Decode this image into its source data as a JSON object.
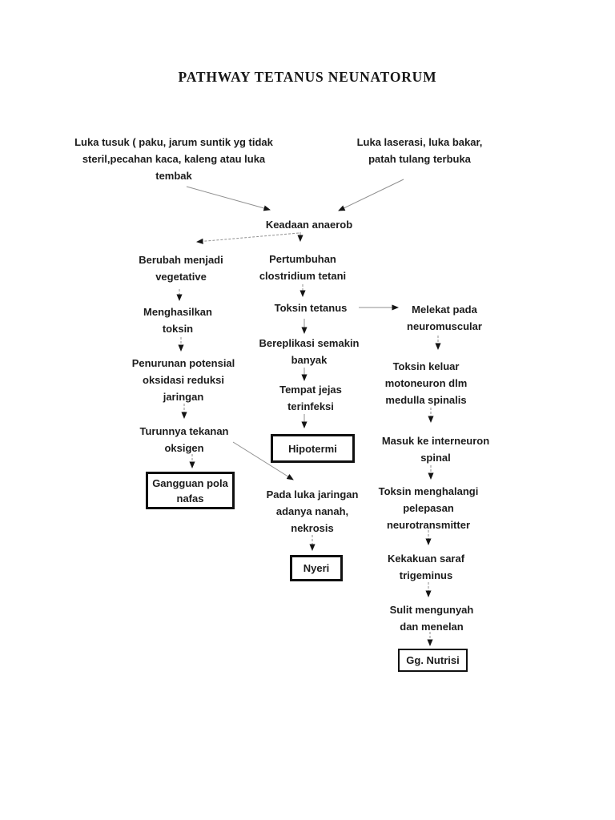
{
  "page": {
    "title": "PATHWAY TETANUS NEUNATORUM"
  },
  "colors": {
    "page_bg": "#ffffff",
    "text": "#1c1c1c",
    "arrow_line": "#8f8f8f",
    "arrow_head": "#141414",
    "box_border": "#101010"
  },
  "nodes": {
    "luka_tusuk": {
      "label": "Luka tusuk ( paku, jarum suntik yg tidak\nsteril,pecahan kaca, kaleng atau luka\ntembak"
    },
    "luka_laserasi": {
      "label": "Luka laserasi, luka bakar,\npatah tulang terbuka"
    },
    "keadaan_anaerob": {
      "label": "Keadaan anaerob"
    },
    "berubah_menjadi": {
      "label": "Berubah menjadi\nvegetative"
    },
    "menghasilkan": {
      "label": "Menghasilkan\ntoksin"
    },
    "penurunan": {
      "label": "Penurunan potensial\noksidasi reduksi\njaringan"
    },
    "turunnya": {
      "label": "Turunnya tekanan\noksigen"
    },
    "gangguan_pola": {
      "label": "Gangguan pola\nnafas"
    },
    "pertumbuhan": {
      "label": "Pertumbuhan\nclostridium tetani"
    },
    "toksin_tetanus": {
      "label": "Toksin tetanus"
    },
    "bereplikasi": {
      "label": "Bereplikasi semakin\nbanyak"
    },
    "tempat_jejas": {
      "label": "Tempat jejas\nterinfeksi"
    },
    "hipotermi": {
      "label": "Hipotermi"
    },
    "pada_luka": {
      "label": "Pada luka jaringan\nadanya nanah,\nnekrosis"
    },
    "nyeri": {
      "label": "Nyeri"
    },
    "melekat": {
      "label": "Melekat pada\nneuromuscular"
    },
    "toksin_keluar": {
      "label": "Toksin keluar\nmotoneuron dlm\nmedulla spinalis"
    },
    "masuk_interneuron": {
      "label": "Masuk ke interneuron\nspinal"
    },
    "toksin_menghalangi": {
      "label": "Toksin menghalangi\npelepasan\nneurotransmitter"
    },
    "kekakuan": {
      "label": "Kekakuan saraf\ntrigeminus"
    },
    "sulit_mengunyah": {
      "label": "Sulit mengunyah\ndan menelan"
    },
    "gg_nutrisi": {
      "label": "Gg. Nutrisi"
    }
  }
}
